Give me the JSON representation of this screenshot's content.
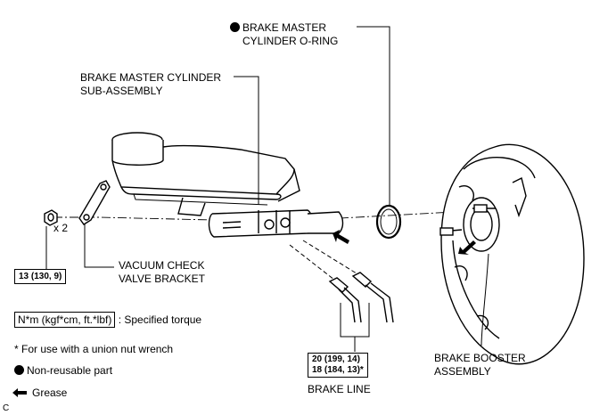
{
  "labels": {
    "o_ring_line1": "BRAKE MASTER",
    "o_ring_line2": "CYLINDER O-RING",
    "master_line1": "BRAKE MASTER CYLINDER",
    "master_line2": "SUB-ASSEMBLY",
    "bracket_line1": "VACUUM CHECK",
    "bracket_line2": "VALVE BRACKET",
    "booster_line1": "BRAKE BOOSTER",
    "booster_line2": "ASSEMBLY",
    "brake_line": "BRAKE LINE",
    "qty": "x 2",
    "corner_mark": "C"
  },
  "torque": {
    "nut_spec": "13 (130, 9)",
    "line_spec_1": "20 (199, 14)",
    "line_spec_2": "18 (184, 13)*"
  },
  "legend": {
    "torque_units": "N*m (kgf*cm, ft.*lbf)",
    "torque_desc": ": Specified torque",
    "union_note": "* For use with a union nut wrench",
    "non_reusable": "Non-reusable part",
    "grease": "Grease"
  },
  "icons": [
    "non-reusable-dot-icon",
    "grease-arrow-icon"
  ]
}
